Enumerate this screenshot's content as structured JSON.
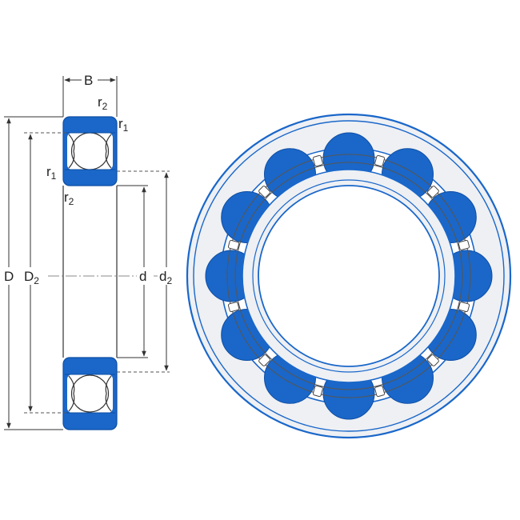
{
  "labels": {
    "B": "B",
    "r": "r",
    "D": "D",
    "d": "d",
    "sub_1": "1",
    "sub_2": "2"
  },
  "colors": {
    "blue": "#1a67c9",
    "blue_dark": "#0f4ea3",
    "ring_fill": "#eef0f4",
    "line": "#333333"
  }
}
